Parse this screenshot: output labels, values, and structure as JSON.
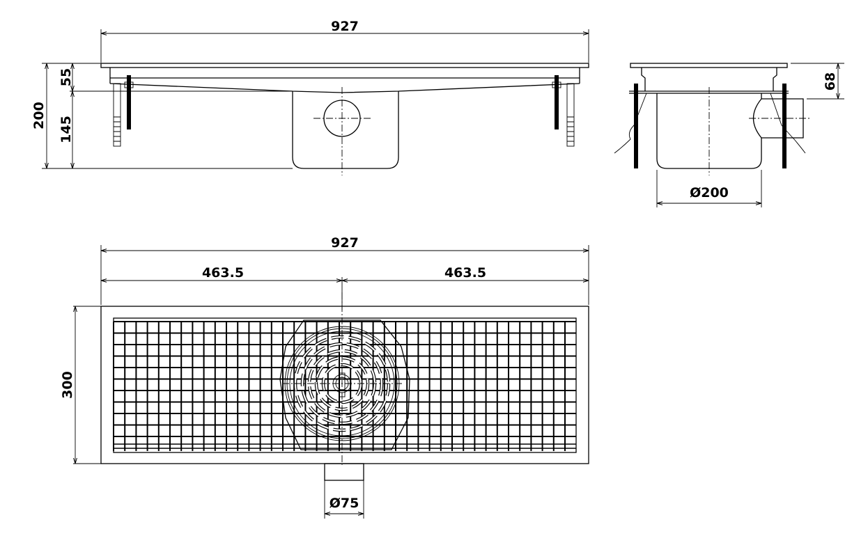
{
  "front_view": {
    "length_label": "927",
    "total_height_label": "200",
    "upper_height_label": "55",
    "lower_height_label": "145"
  },
  "side_view": {
    "frame_height_label": "68",
    "sump_diameter_label": "Ø200"
  },
  "plan_view": {
    "length_label": "927",
    "half_left_label": "463.5",
    "half_right_label": "463.5",
    "width_label": "300",
    "outlet_diameter_label": "Ø75"
  },
  "colors": {
    "line": "#000000",
    "background": "#ffffff"
  }
}
